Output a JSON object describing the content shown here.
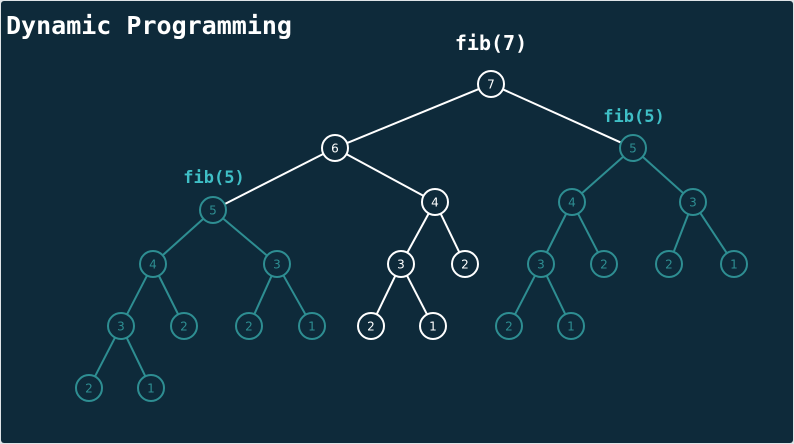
{
  "title": "Dynamic Programming",
  "root_label": "fib(7)",
  "memo_label_right": "fib(5)",
  "memo_label_left": "fib(5)",
  "colors": {
    "background": "#0e2a3a",
    "active": "#ffffff",
    "memo": "#2e8e92",
    "label_memo": "#3fbfc6"
  },
  "tree": {
    "v": "7",
    "s": "a",
    "children": [
      {
        "v": "6",
        "s": "a",
        "children": [
          {
            "v": "5",
            "s": "m",
            "children": [
              {
                "v": "4",
                "s": "m",
                "children": [
                  {
                    "v": "3",
                    "s": "m",
                    "children": [
                      {
                        "v": "2",
                        "s": "m"
                      },
                      {
                        "v": "1",
                        "s": "m"
                      }
                    ]
                  },
                  {
                    "v": "2",
                    "s": "m"
                  }
                ]
              },
              {
                "v": "3",
                "s": "m",
                "children": [
                  {
                    "v": "2",
                    "s": "m"
                  },
                  {
                    "v": "1",
                    "s": "m"
                  }
                ]
              }
            ]
          },
          {
            "v": "4",
            "s": "a",
            "children": [
              {
                "v": "3",
                "s": "a",
                "children": [
                  {
                    "v": "2",
                    "s": "a"
                  },
                  {
                    "v": "1",
                    "s": "a"
                  }
                ]
              },
              {
                "v": "2",
                "s": "a"
              }
            ]
          }
        ]
      },
      {
        "v": "5",
        "s": "m",
        "children": [
          {
            "v": "4",
            "s": "m",
            "children": [
              {
                "v": "3",
                "s": "m",
                "children": [
                  {
                    "v": "2",
                    "s": "m"
                  },
                  {
                    "v": "1",
                    "s": "m"
                  }
                ]
              },
              {
                "v": "2",
                "s": "m"
              }
            ]
          },
          {
            "v": "3",
            "s": "m",
            "children": [
              {
                "v": "2",
                "s": "m"
              },
              {
                "v": "1",
                "s": "m"
              }
            ]
          }
        ]
      }
    ]
  }
}
